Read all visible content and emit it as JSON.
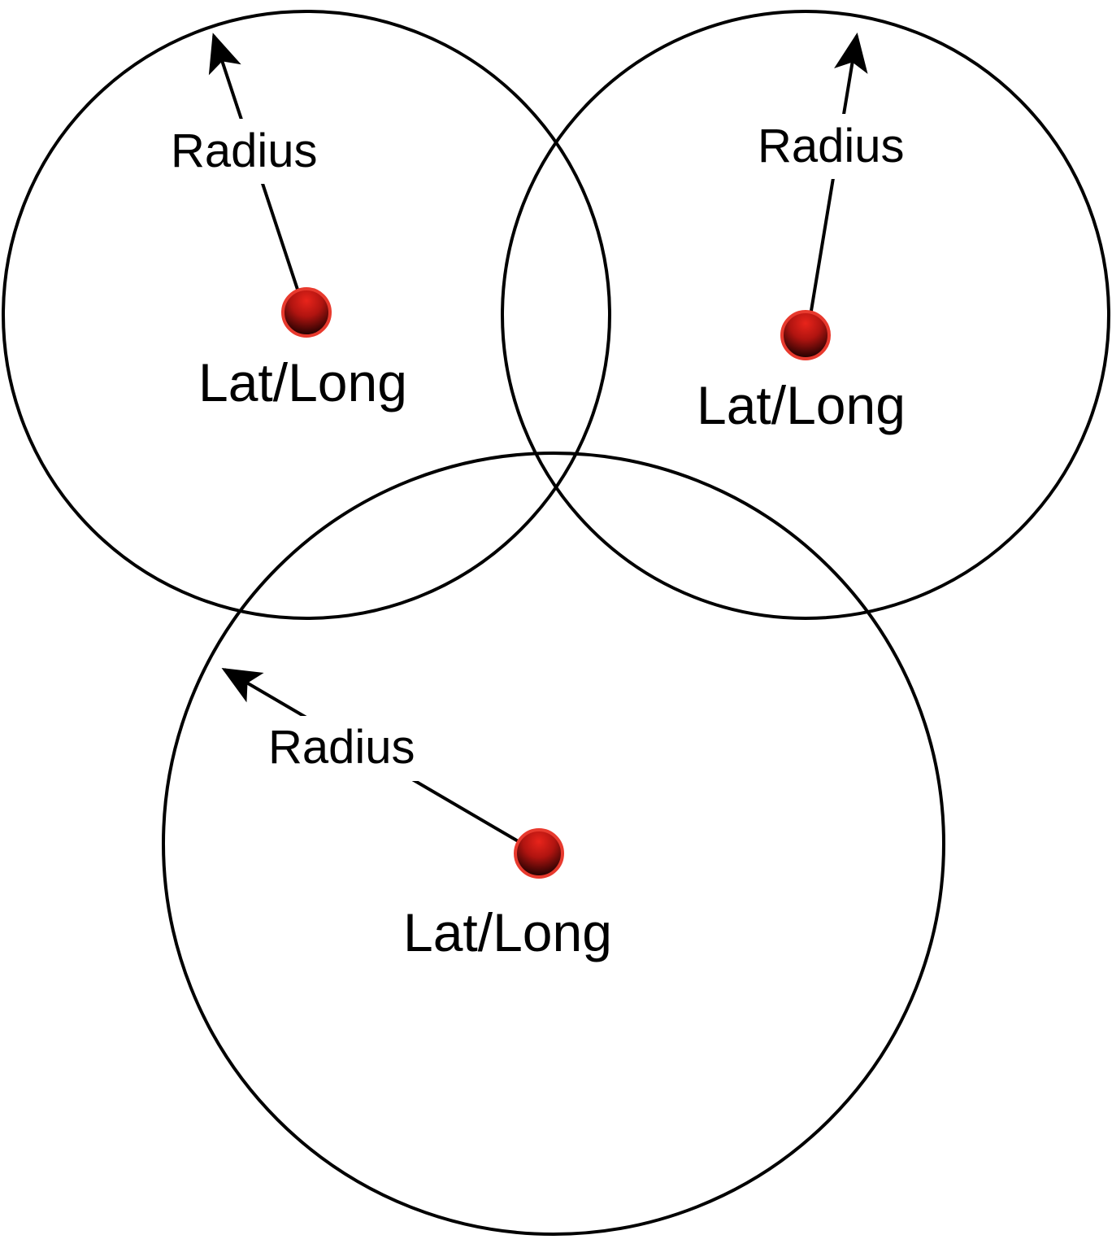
{
  "diagram": {
    "colors": {
      "stroke": "#000000",
      "background": "#ffffff",
      "center_fill_light": "#e8241b",
      "center_fill_dark": "#1a0000",
      "center_outline": "#e83a2e"
    },
    "circles": [
      {
        "radius_label": "Radius",
        "center_label": "Lat/Long"
      },
      {
        "radius_label": "Radius",
        "center_label": "Lat/Long"
      },
      {
        "radius_label": "Radius",
        "center_label": "Lat/Long"
      }
    ]
  }
}
